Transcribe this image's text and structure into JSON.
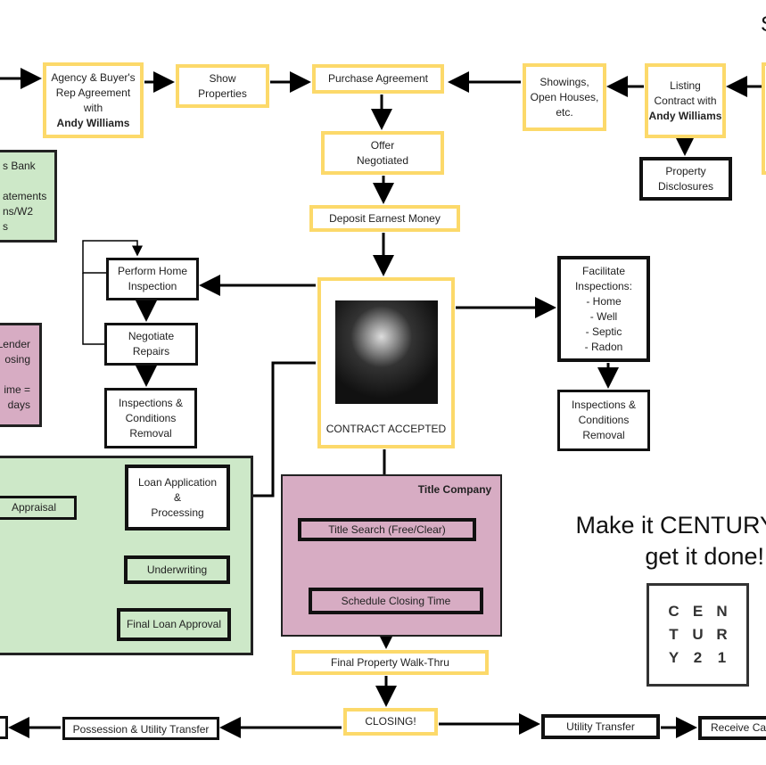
{
  "boxes": {
    "agency": [
      "Agency & Buyer's",
      "Rep Agreement",
      "with",
      "Andy Williams"
    ],
    "show": [
      "Show",
      "Properties"
    ],
    "purchase": "Purchase Agreement",
    "showings": [
      "Showings,",
      "Open Houses,",
      "etc."
    ],
    "listing": [
      "Listing",
      "Contract with",
      "Andy Williams"
    ],
    "disclosures": [
      "Property",
      "Disclosures"
    ],
    "offer": [
      "Offer",
      "Negotiated"
    ],
    "deposit": "Deposit Earnest Money",
    "bank": [
      "s Bank",
      "",
      "atements",
      "ns/W2",
      "s"
    ],
    "lender": [
      "Lender",
      "osing",
      "",
      "ime =",
      "days"
    ],
    "perform": [
      "Perform Home",
      "Inspection"
    ],
    "negotiate": [
      "Negotiate",
      "Repairs"
    ],
    "inspections_left": [
      "Inspections &",
      "Conditions",
      "Removal"
    ],
    "contract": "CONTRACT ACCEPTED",
    "facilitate": [
      "Facilitate",
      "Inspections:",
      "- Home",
      "- Well",
      "- Septic",
      "- Radon"
    ],
    "inspections_right": [
      "Inspections &",
      "Conditions",
      "Removal"
    ],
    "loan": [
      "Loan Application",
      "&",
      "Processing"
    ],
    "appraisal": "Appraisal",
    "underwriting": "Underwriting",
    "final_loan": "Final Loan Approval",
    "title_company": "Title Company",
    "title_search": "Title Search (Free/Clear)",
    "schedule": "Schedule Closing Time",
    "walkthru": "Final Property Walk-Thru",
    "closing": "CLOSING!",
    "possession": "Possession & Utility Transfer",
    "utility": "Utility Transfer",
    "receive": "Receive Cas"
  },
  "slogan": [
    "Make it CENTURY",
    "get it done!"
  ],
  "logo": [
    "C",
    "E",
    "N",
    "T",
    "U",
    "R",
    "Y",
    "2",
    "1"
  ],
  "corner": "S"
}
